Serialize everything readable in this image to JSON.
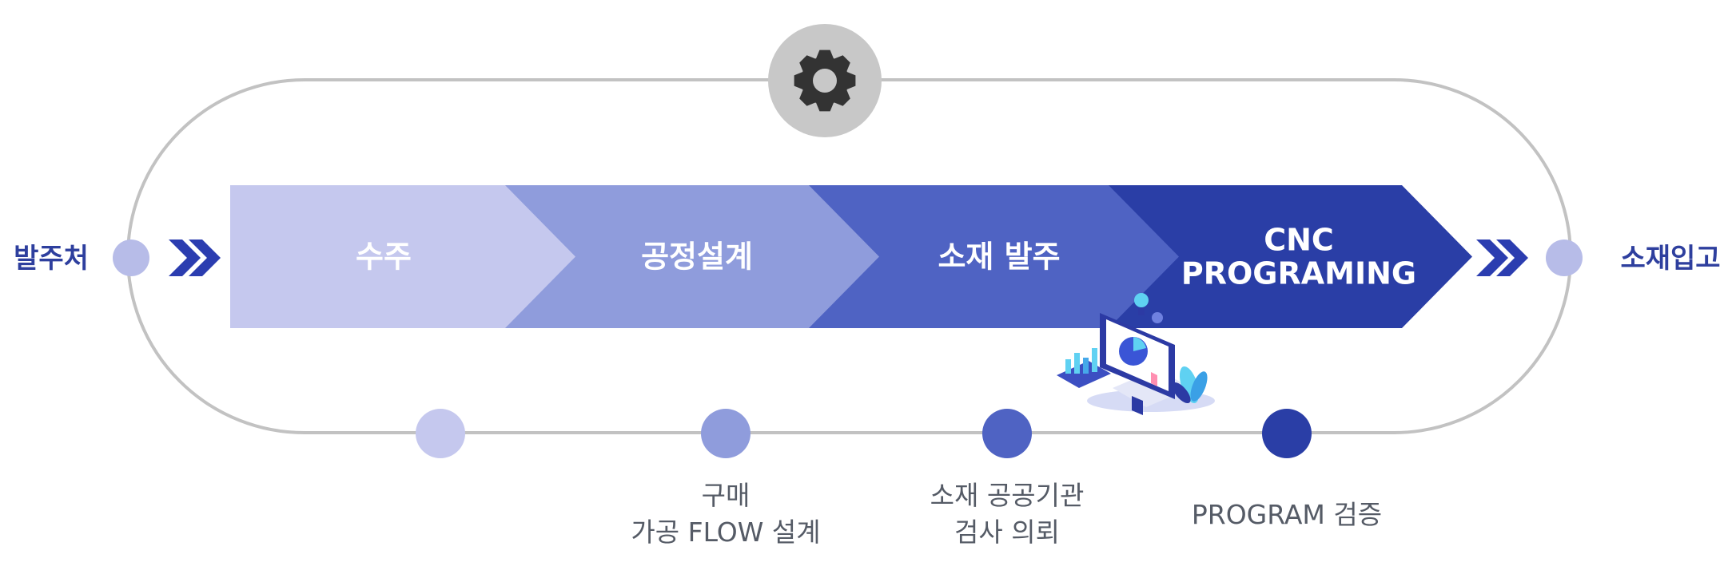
{
  "diagram": {
    "left_label": "발주처",
    "right_label": "소재입고",
    "stages": [
      {
        "lines": [
          "수주"
        ],
        "color": "#c5c8ee"
      },
      {
        "lines": [
          "공정설계"
        ],
        "color": "#8f9cdc"
      },
      {
        "lines": [
          "소재 발주"
        ],
        "color": "#4f63c3"
      },
      {
        "lines": [
          "CNC",
          "PROGRAMING"
        ],
        "color": "#2a3ea6"
      }
    ],
    "notes": [
      {
        "lines": [],
        "dot_color": "#c5c8ee"
      },
      {
        "lines": [
          "구매",
          "가공 FLOW 설계"
        ],
        "dot_color": "#8f9cdc"
      },
      {
        "lines": [
          "소재 공공기관",
          "검사 의뢰"
        ],
        "dot_color": "#4f63c3"
      },
      {
        "lines": [
          "PROGRAM 검증"
        ],
        "dot_color": "#2a3ea6"
      }
    ],
    "icons": {
      "top": "gear-icon",
      "illustration": "computer-analytics-illustration",
      "chevrons": "double-chevron-right-icon"
    },
    "colors": {
      "track": "#c2c2c2",
      "gear_circle": "#c8c8c8",
      "gear": "#333333",
      "end_dot": "#b7bce8",
      "chevron": "#2b3db0",
      "side_text": "#2e3f9e",
      "note_text": "#555b66"
    }
  }
}
